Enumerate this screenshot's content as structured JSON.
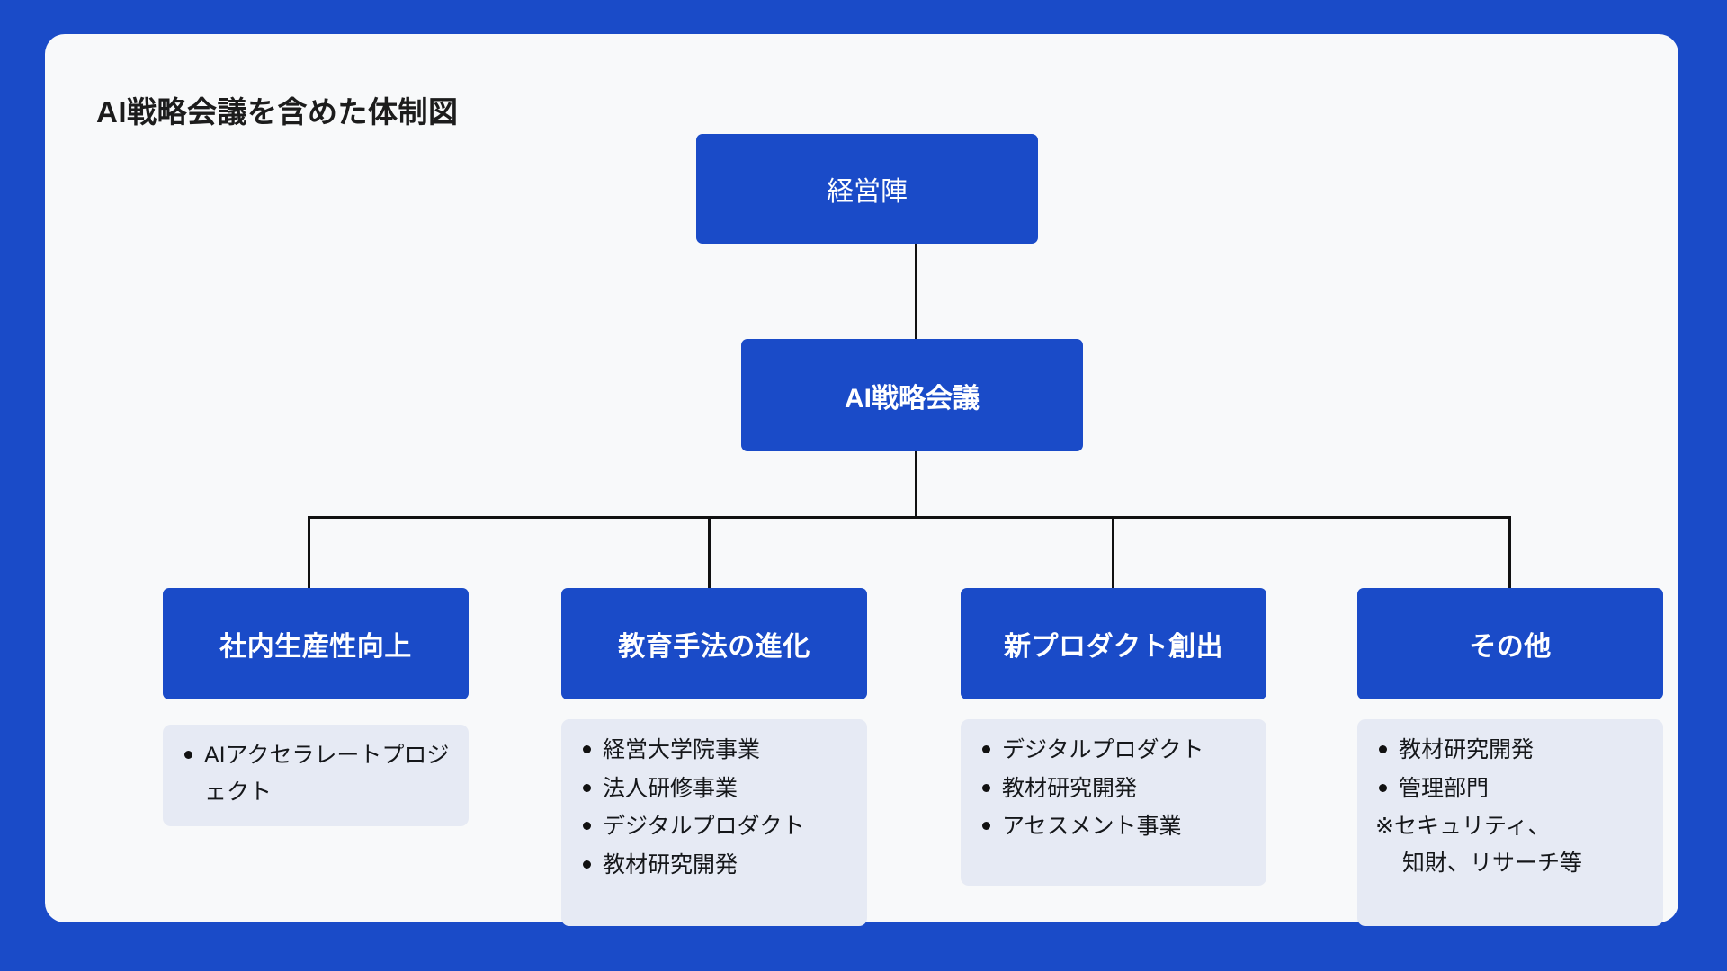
{
  "page": {
    "title": "AI戦略会議を含めた体制図",
    "accent_color": "#1a4bc8",
    "card_color": "#f8f9fa",
    "panel_color": "#e6eaf4",
    "line_color": "#111111"
  },
  "chart_data": {
    "type": "diagram",
    "title": "AI戦略会議を含めた体制図",
    "nodes": [
      {
        "id": "executives",
        "label": "経営陣",
        "level": 0
      },
      {
        "id": "ai-strategy-meeting",
        "label": "AI戦略会議",
        "level": 1
      },
      {
        "id": "branch-1",
        "label": "社内生産性向上",
        "level": 2
      },
      {
        "id": "branch-2",
        "label": "教育手法の進化",
        "level": 2
      },
      {
        "id": "branch-3",
        "label": "新プロダクト創出",
        "level": 2
      },
      {
        "id": "branch-4",
        "label": "その他",
        "level": 2
      }
    ],
    "edges": [
      {
        "from": "executives",
        "to": "ai-strategy-meeting"
      },
      {
        "from": "ai-strategy-meeting",
        "to": "branch-1"
      },
      {
        "from": "ai-strategy-meeting",
        "to": "branch-2"
      },
      {
        "from": "ai-strategy-meeting",
        "to": "branch-3"
      },
      {
        "from": "ai-strategy-meeting",
        "to": "branch-4"
      }
    ]
  },
  "tree": {
    "root": {
      "label": "経営陣"
    },
    "second": {
      "label": "AI戦略会議"
    },
    "branches": [
      {
        "label": "社内生産性向上",
        "items": [
          "AIアクセラレートプロジェクト"
        ],
        "note": null,
        "note_cont": null
      },
      {
        "label": "教育手法の進化",
        "items": [
          "経営大学院事業",
          "法人研修事業",
          "デジタルプロダクト",
          "教材研究開発"
        ],
        "note": null,
        "note_cont": null
      },
      {
        "label": "新プロダクト創出",
        "items": [
          "デジタルプロダクト",
          "教材研究開発",
          "アセスメント事業"
        ],
        "note": null,
        "note_cont": null
      },
      {
        "label": "その他",
        "items": [
          "教材研究開発",
          "管理部門"
        ],
        "note": "※セキュリティ、",
        "note_cont": "知財、リサーチ等"
      }
    ]
  }
}
